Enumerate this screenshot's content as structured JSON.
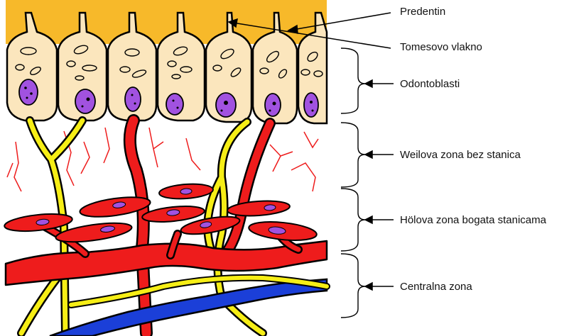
{
  "labels": {
    "predentin": "Predentin",
    "tomes_fiber": "Tomesovo vlakno",
    "odontoblasts": "Odontoblasti",
    "weil_zone": "Weilova zona bez stanica",
    "hohl_zone": "Hölova zona bogata stanicama",
    "central_zone": "Centralna zona"
  },
  "colors": {
    "predentin": "#f7b92a",
    "odontoblast_cell": "#fbe6bd",
    "nucleus": "#a152e0",
    "blood_vessel": "#ee1c1c",
    "nerve": "#f6ee16",
    "vein": "#1b3fd8",
    "capillary": "#ee1c1c",
    "outline": "#000000"
  }
}
